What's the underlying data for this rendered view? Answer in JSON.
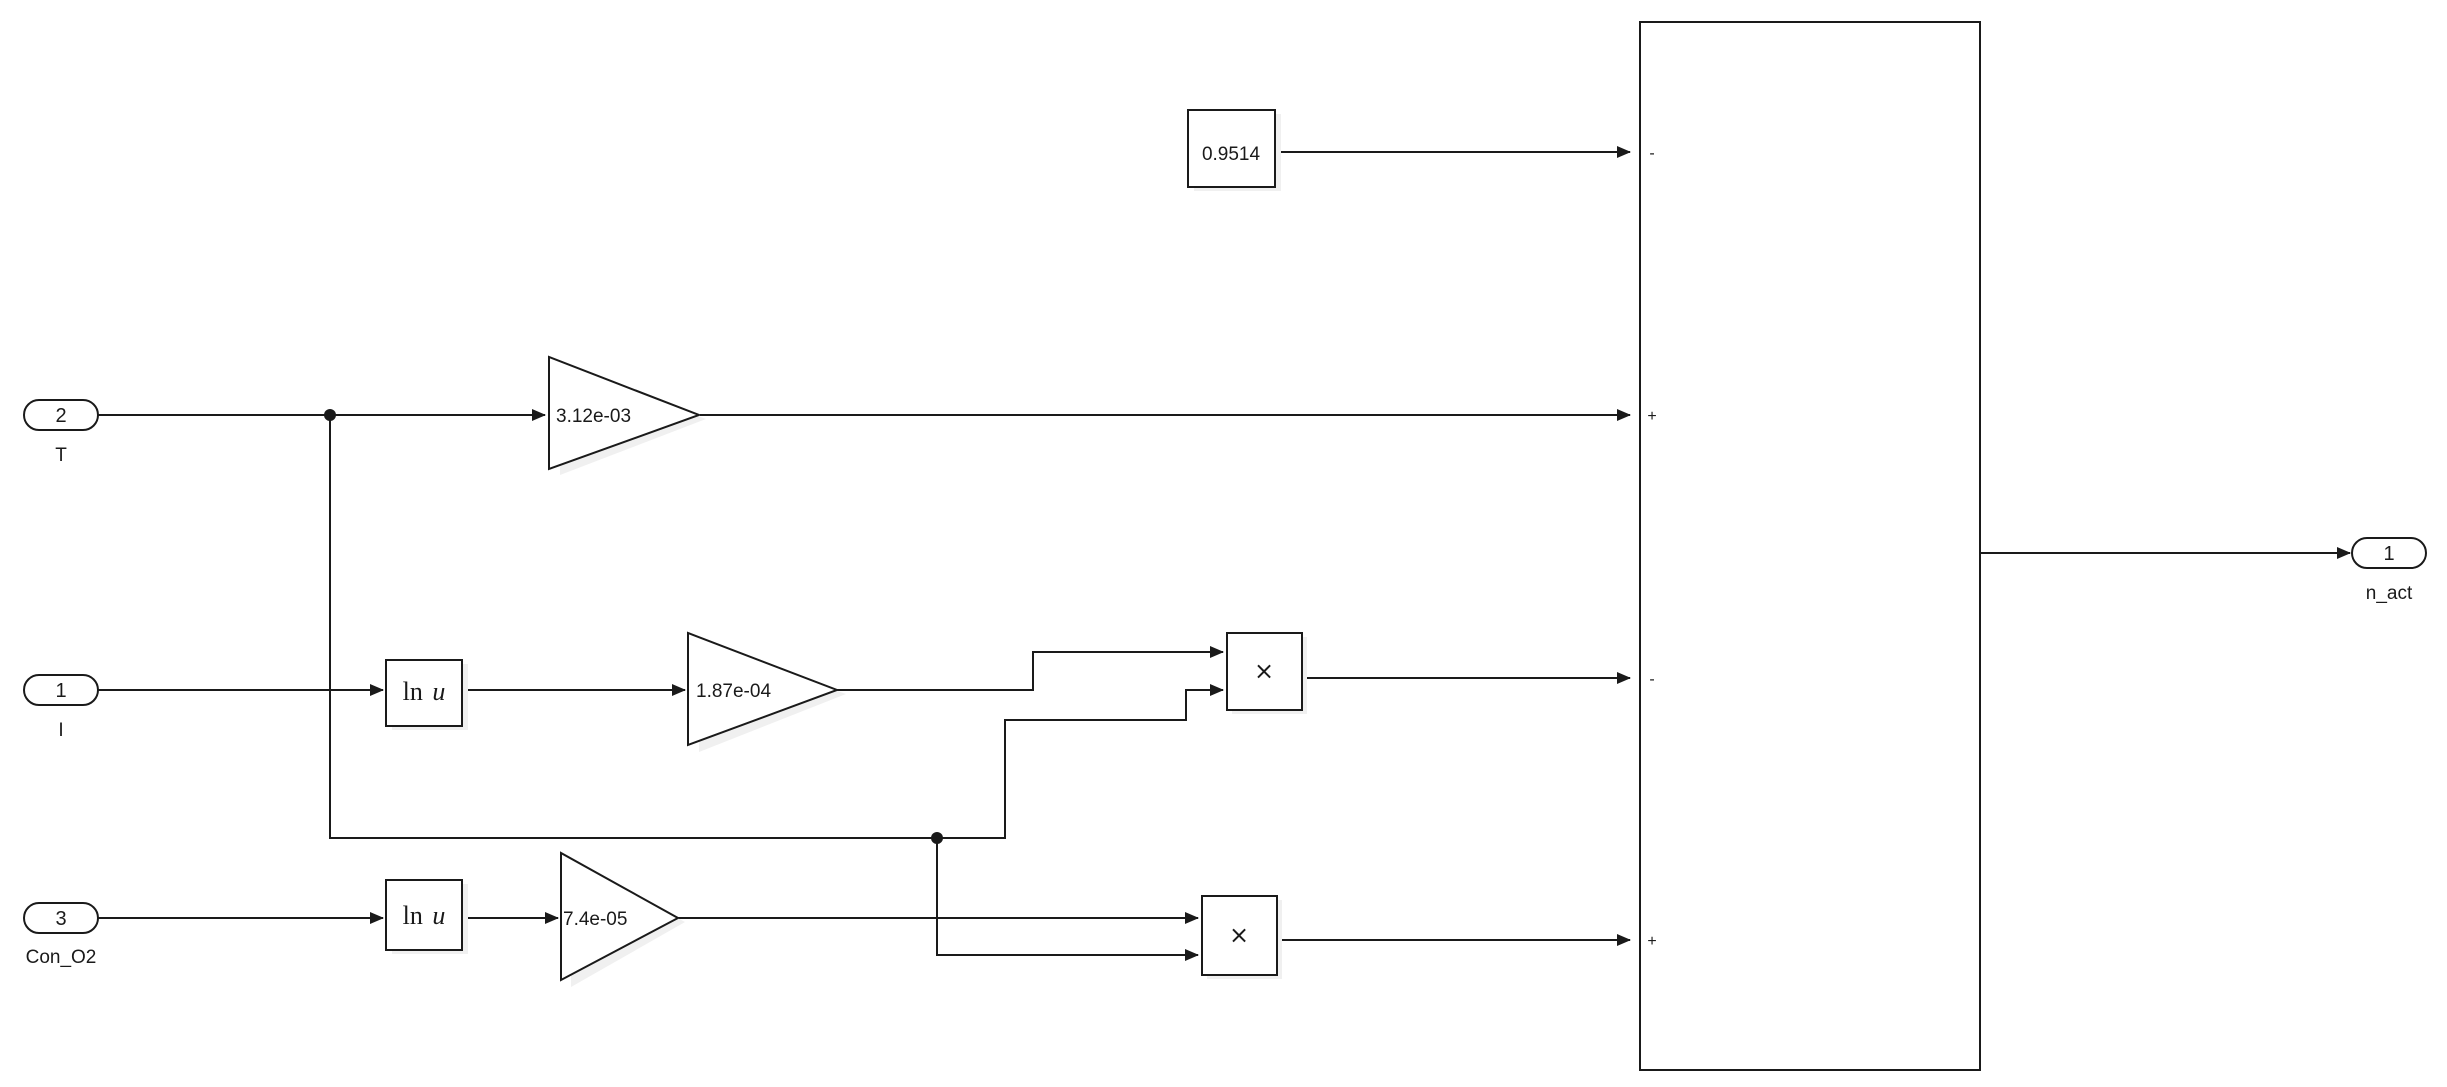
{
  "inports": [
    {
      "id": "in-2",
      "number": "2",
      "label": "T"
    },
    {
      "id": "in-1",
      "number": "1",
      "label": "I"
    },
    {
      "id": "in-3",
      "number": "3",
      "label": "Con_O2"
    }
  ],
  "outport": {
    "number": "1",
    "label": "n_act"
  },
  "constant": {
    "value": "0.9514"
  },
  "gains": {
    "gain_T": "3.12e-03",
    "gain_I": "1.87e-04",
    "gain_O2": "7.4e-05"
  },
  "math": {
    "ln_symbol": "ln",
    "ln_var": "u"
  },
  "product": {
    "symbol": "×"
  },
  "sum": {
    "signs": [
      "-",
      "+",
      "-",
      "+"
    ]
  },
  "colors": {
    "line": "#1a1a1a",
    "background": "#ffffff"
  }
}
